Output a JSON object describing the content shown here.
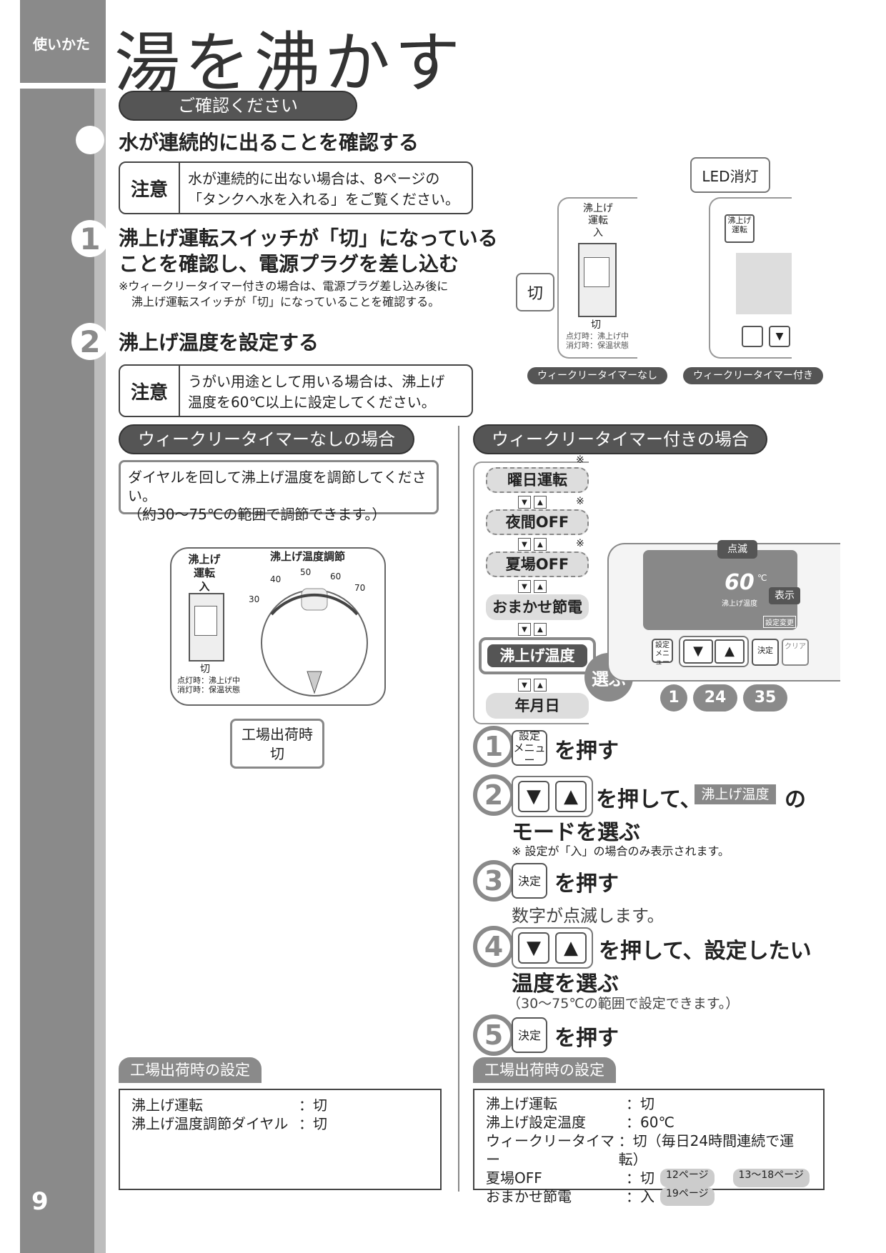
{
  "sidebar": {
    "label": "使いかた",
    "page_number": "9"
  },
  "title": "湯を沸かす",
  "confirm": {
    "header": "ご確認ください",
    "heading": "水が連続的に出ることを確認する",
    "note_label": "注意",
    "note_lines": [
      "水が連続的に出ない場合は、8ページの",
      "「タンクへ水を入れる」をご覧ください。"
    ]
  },
  "step1": {
    "number": "1",
    "lines": [
      "沸上げ運転スイッチが「切」になっている",
      "ことを確認し、電源プラグを差し込む"
    ],
    "sub_lines": [
      "※ウィークリータイマー付きの場合は、電源プラグ差し込み後に",
      "沸上げ運転スイッチが「切」になっていることを確認する。"
    ]
  },
  "step2": {
    "number": "2",
    "heading": "沸上げ温度を設定する",
    "note_label": "注意",
    "note_lines": [
      "うがい用途として用いる場合は、沸上げ",
      "温度を60℃以上に設定してください。"
    ]
  },
  "top_figures": {
    "left": {
      "switch_label": [
        "沸上げ",
        "運転",
        "入"
      ],
      "off_label": "切",
      "callout": "切",
      "legend": [
        "点灯時：沸上げ中",
        "消灯時：保温状態"
      ],
      "caption": "ウィークリータイマーなし"
    },
    "right": {
      "callout": "LED消灯",
      "switch_label": [
        "沸上げ",
        "運転"
      ],
      "caption": "ウィークリータイマー付き"
    }
  },
  "left_section": {
    "header": "ウィークリータイマーなしの場合",
    "instruction_lines": [
      "ダイヤルを回して沸上げ温度を調節してください。",
      "（約30～75℃の範囲で調節できます。）"
    ],
    "switch_label": [
      "沸上げ",
      "運転",
      "入"
    ],
    "off_label": "切",
    "dial_label": "沸上げ温度調節",
    "dial_ticks": [
      "30",
      "40",
      "50",
      "60",
      "70"
    ],
    "legend": [
      "点灯時：沸上げ中",
      "消灯時：保温状態"
    ],
    "factory_callout": [
      "工場出荷時",
      "切"
    ],
    "factory_tab": "工場出荷時の設定",
    "factory_rows": [
      {
        "name": "沸上げ運転",
        "value": "：切"
      },
      {
        "name": "沸上げ温度調節ダイヤル",
        "value": "：切"
      }
    ]
  },
  "right_section": {
    "header": "ウィークリータイマー付きの場合",
    "modes": [
      {
        "label": "曜日運転",
        "mark": "※"
      },
      {
        "label": "夜間OFF",
        "mark": "※"
      },
      {
        "label": "夏場OFF",
        "mark": "※"
      },
      {
        "label": "おまかせ節電",
        "mark": ""
      },
      {
        "label": "沸上げ温度",
        "mark": ""
      },
      {
        "label": "年月日",
        "mark": ""
      }
    ],
    "select_label": "選ぶ",
    "panel": {
      "blink_label": "点滅",
      "temp": "60",
      "unit": "℃",
      "temp_caption": "沸上げ温度",
      "display_label": "表示",
      "change_label": "設定変更",
      "menu_btn": "設定\nメニュー",
      "enter_btn": "決定",
      "clear_btn": "クリア",
      "finger_labels": [
        "1",
        "24",
        "35"
      ]
    },
    "steps": [
      {
        "num": "1",
        "text": "を押す"
      },
      {
        "num": "2",
        "text": "を押して、",
        "mode": "沸上げ温度",
        "after": "の",
        "line2": "モードを選ぶ",
        "note": "※ 設定が「入」の場合のみ表示されます。"
      },
      {
        "num": "3",
        "text": "を押す",
        "line2": "数字が点滅します。"
      },
      {
        "num": "4",
        "text": "を押して、設定したい",
        "line2": "温度を選ぶ",
        "note": "（30～75℃の範囲で設定できます。）"
      },
      {
        "num": "5",
        "text": "を押す"
      }
    ],
    "menu_icon": "設定\nメニュー",
    "enter_icon": "決定",
    "factory_tab": "工場出荷時の設定",
    "factory_rows": [
      {
        "name": "沸上げ運転",
        "value": "：切",
        "ref": ""
      },
      {
        "name": "沸上げ設定温度",
        "value": "：60℃",
        "ref": ""
      },
      {
        "name": "ウィークリータイマー",
        "value": "：切（毎日24時間連続で運転）",
        "ref": ""
      },
      {
        "name": "夏場OFF",
        "value": "：切",
        "ref": "12ページ",
        "ref2": "13～18ページ"
      },
      {
        "name": "おまかせ節電",
        "value": "：入",
        "ref": "19ページ"
      }
    ]
  }
}
